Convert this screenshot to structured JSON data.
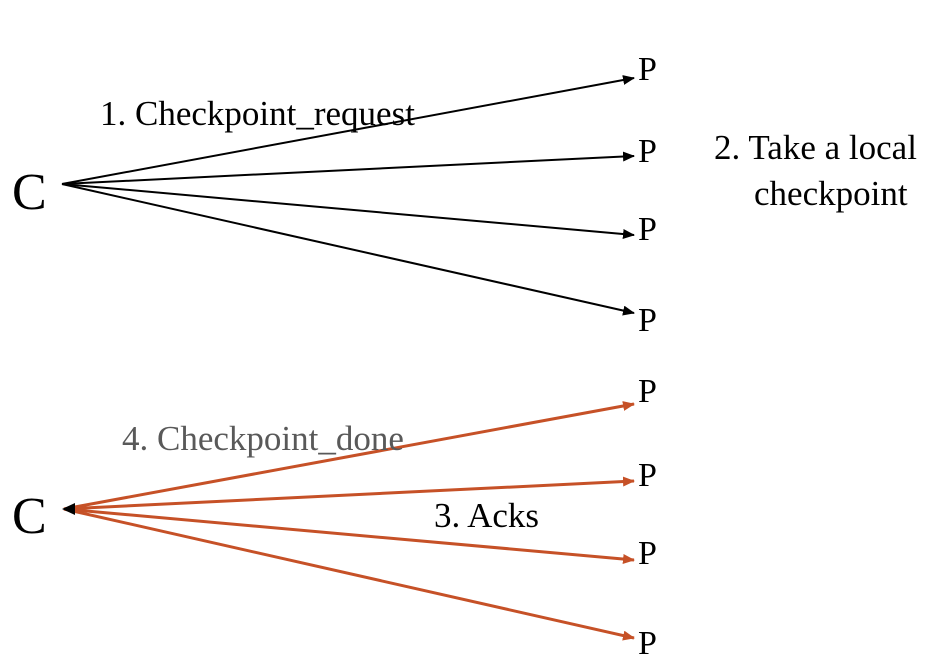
{
  "colors": {
    "request_arrow": "#000000",
    "ack_arrow": "#c65127",
    "done_label": "#595959"
  },
  "top_group": {
    "coordinator": "C",
    "processes": [
      "P",
      "P",
      "P",
      "P"
    ],
    "request_label": "1. Checkpoint_request",
    "local_step": [
      "2. Take a local",
      "checkpoint"
    ]
  },
  "bottom_group": {
    "coordinator": "C",
    "processes": [
      "P",
      "P",
      "P",
      "P"
    ],
    "done_label": "4. Checkpoint_done",
    "acks_label": "3. Acks"
  }
}
